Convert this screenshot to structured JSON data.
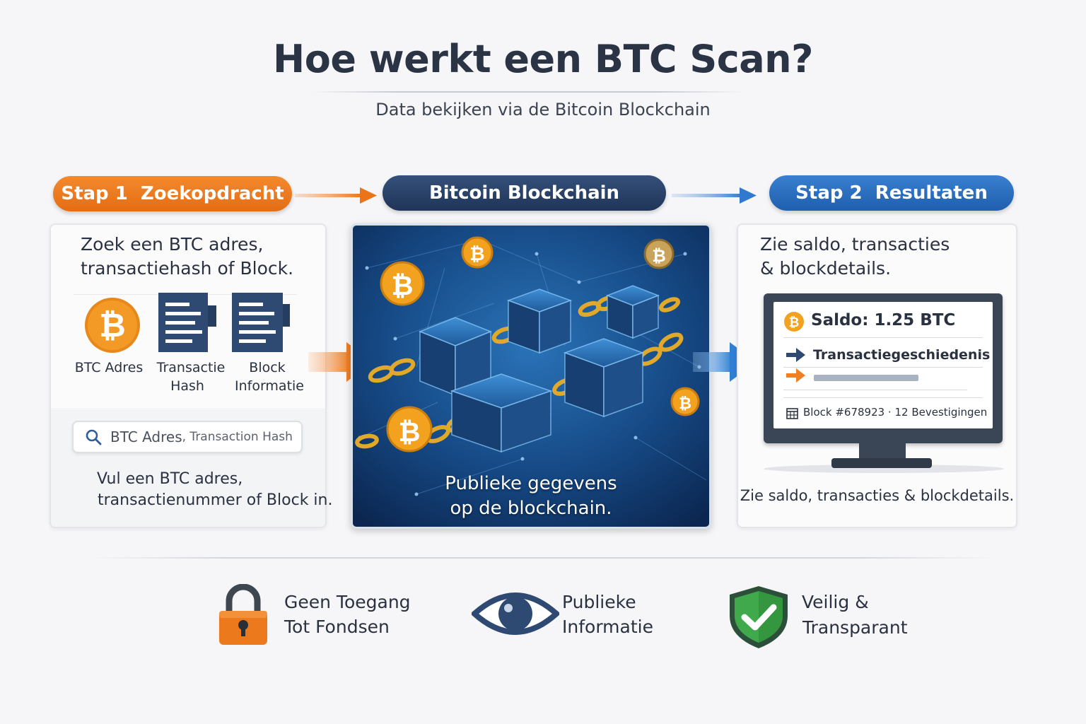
{
  "header": {
    "title": "Hoe werkt een BTC Scan?",
    "subtitle": "Data bekijken via de Bitcoin Blockchain"
  },
  "steps": {
    "step1": "Stap 1  Zoekopdracht",
    "middle": "Bitcoin Blockchain",
    "step2": "Stap 2  Resultaten"
  },
  "left_panel": {
    "intro_line1": "Zoek een BTC adres,",
    "intro_line2": "transactiehash of Block.",
    "icons": [
      {
        "icon": "bitcoin-icon",
        "label_line1": "BTC Adres",
        "label_line2": ""
      },
      {
        "icon": "document-icon",
        "label_line1": "Transactie",
        "label_line2": "Hash"
      },
      {
        "icon": "document-icon",
        "label_line1": "Block",
        "label_line2": "Informatie"
      }
    ],
    "search_placeholder_main": "BTC Adres",
    "search_placeholder_rest": ", Transaction Hash",
    "note_line1": "Vul een BTC adres,",
    "note_line2": "transactienummer of Block in."
  },
  "middle_panel": {
    "caption_line1": "Publieke gegevens",
    "caption_line2": "op de blockchain."
  },
  "right_panel": {
    "intro_line1": "Zie saldo, transacties",
    "intro_line2": "& blockdetails.",
    "screen": {
      "balance": "Saldo: 1.25 BTC",
      "history": "Transactiegeschiedenis",
      "block": "Block #678923 · 12 Bevestigingen"
    },
    "footer": "Zie saldo, transacties & blockdetails."
  },
  "features": [
    {
      "icon": "lock-icon",
      "line1": "Geen Toegang",
      "line2": "Tot Fondsen"
    },
    {
      "icon": "eye-icon",
      "line1": "Publieke",
      "line2": "Informatie"
    },
    {
      "icon": "shield-check-icon",
      "line1": "Veilig &",
      "line2": "Transparant"
    }
  ],
  "colors": {
    "orange": "#e97419",
    "navy": "#233a5e",
    "blue": "#2569bd",
    "green": "#3aa84a",
    "gold": "#f0a21e"
  }
}
